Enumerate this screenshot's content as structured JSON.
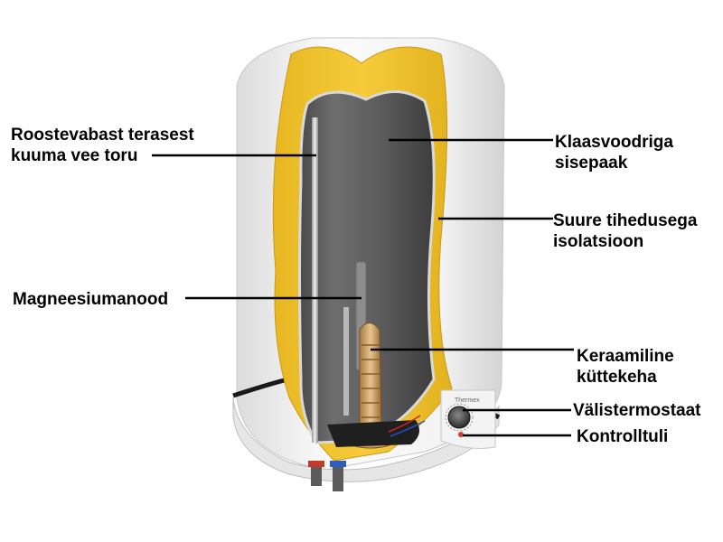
{
  "labels": {
    "hot_pipe": {
      "line1": "Roostevabast terasest",
      "line2": "kuuma vee toru"
    },
    "anode": {
      "text": "Magneesiumanood"
    },
    "tank": {
      "line1": "Klaasvoodriga",
      "line2": "sisepaak"
    },
    "insulation": {
      "line1": "Suure tihedusega",
      "line2": "isolatsioon"
    },
    "heater": {
      "line1": "Keraamiline",
      "line2": "küttekeha"
    },
    "thermostat": {
      "text": "Välistermostaat"
    },
    "pilot_light": {
      "text": "Kontrolltuli"
    }
  },
  "plate_brand": "Thermex",
  "colors": {
    "insulation": "#f3c630",
    "tank": "#5e5e5e",
    "shell": "#f2f2f2",
    "leader_line": "#000000",
    "label_text": "#000000"
  }
}
